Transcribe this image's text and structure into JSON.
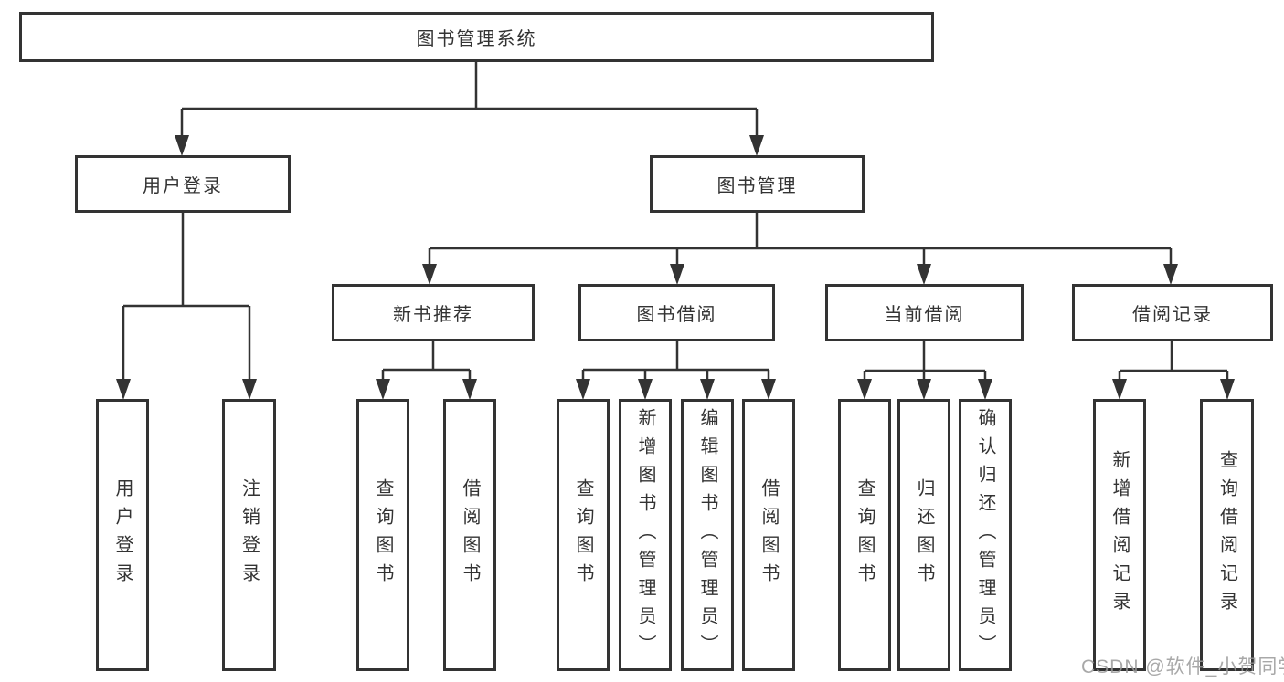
{
  "root": {
    "label": "图书管理系统"
  },
  "modules": [
    {
      "label": "用户登录"
    },
    {
      "label": "图书管理"
    }
  ],
  "submodules": [
    {
      "label": "新书推荐"
    },
    {
      "label": "图书借阅"
    },
    {
      "label": "当前借阅"
    },
    {
      "label": "借阅记录"
    }
  ],
  "functions": [
    {
      "label": "用户登录"
    },
    {
      "label": "注销登录"
    },
    {
      "label": "查询图书"
    },
    {
      "label": "借阅图书"
    },
    {
      "label": "查询图书"
    },
    {
      "label": "新增图书（管理员）"
    },
    {
      "label": "编辑图书（管理员）"
    },
    {
      "label": "借阅图书"
    },
    {
      "label": "查询图书"
    },
    {
      "label": "归还图书"
    },
    {
      "label": "确认归还（管理员）"
    },
    {
      "label": "新增借阅记录"
    },
    {
      "label": "查询借阅记录"
    }
  ],
  "watermark": "CSDN @软件_小贺同学",
  "colors": {
    "line": "#333333",
    "text": "#333333",
    "watermark": "#9a9a9a",
    "background": "#ffffff"
  }
}
